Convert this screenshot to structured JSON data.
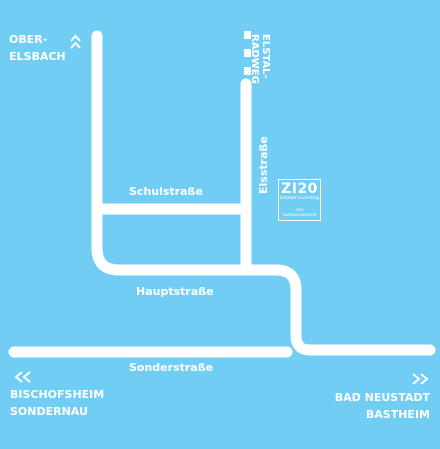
{
  "streets": {
    "schulstrasse": "Schulstraße",
    "hauptstrasse": "Hauptstraße",
    "sonderstrasse": "Sonderstraße",
    "elsstrasse": "Elsstraße",
    "elstal_radweg": "ELSTAL-\nRADWEG"
  },
  "destinations": {
    "north": {
      "line1": "OBER-",
      "line2": "ELSBACH",
      "arrow": "^^"
    },
    "west": {
      "line1": "BISCHOFSHEIM",
      "line2": "SONDERNAU",
      "arrow": "<<"
    },
    "east": {
      "line1": "BAD NEUSTADT",
      "line2": "BASTHEIM",
      "arrow": ">>"
    }
  },
  "logo": {
    "name": "ZI20",
    "tagline": "zimmer inventing",
    "small": "ZI20 MARKUNGSDESIGN"
  },
  "colors": {
    "background": "#72cdf4",
    "road": "#ffffff"
  }
}
